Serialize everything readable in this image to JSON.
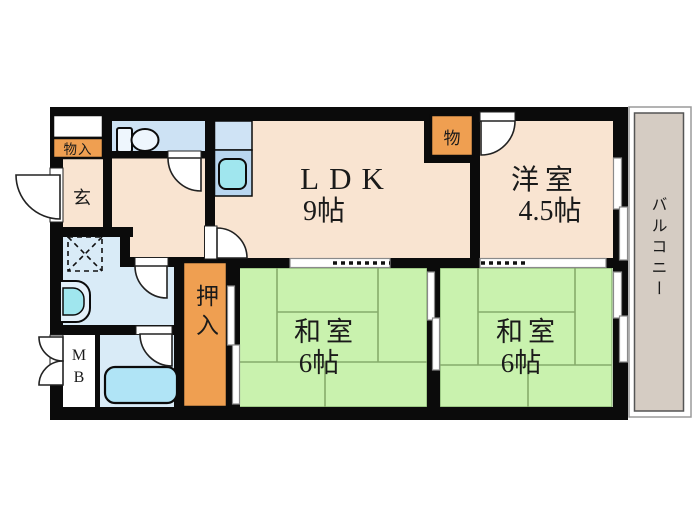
{
  "plan": {
    "rooms": {
      "ldk": {
        "label": "LDK",
        "size": "9帖"
      },
      "western_room": {
        "label": "洋室",
        "size": "4.5帖"
      },
      "japanese_room_1": {
        "label": "和室",
        "size": "6帖"
      },
      "japanese_room_2": {
        "label": "和室",
        "size": "6帖"
      },
      "entrance": {
        "label": "玄"
      },
      "hall_storage": {
        "label": "物入"
      },
      "wardrobe": {
        "label": "物"
      },
      "futon_closet": {
        "label": "押入"
      },
      "meter_box": {
        "letter_1": "M",
        "letter_2": "B"
      },
      "balcony": {
        "label": "バルコニー"
      }
    },
    "colors": {
      "wall": "#0b0b0b",
      "room_peach": "#f9e4d1",
      "tatami_green": "#c9f2ae",
      "tatami_line": "#86ab6b",
      "water_blue": "#d9ebf7",
      "toilet_blue": "#cde2f4",
      "kitchen_blue": "#b9d6f0",
      "fixture_cyan": "#a0e6ee",
      "bathtub_blue": "#b0e4f6",
      "closet_orange": "#ef9f51",
      "balcony_tan": "#d5ccc3"
    }
  }
}
